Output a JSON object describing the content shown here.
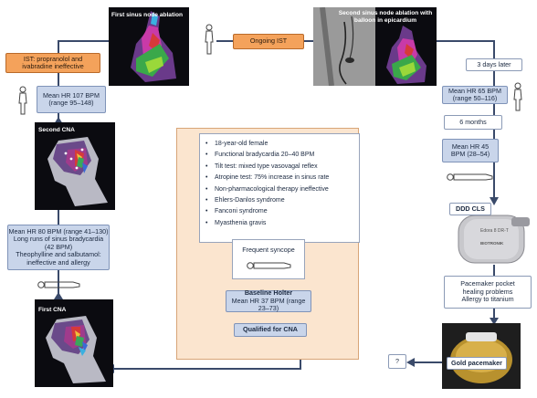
{
  "ist_box": "IST: propranolol and ivabradine ineffective",
  "top_left_photo_label": "First sinus node ablation",
  "ongoing_ist": "Ongoing IST",
  "top_right_photo_label": "Second sinus node ablation with balloon in epicardium",
  "days_later": "3 days later",
  "left_hr1": {
    "line1": "Mean HR 107 BPM",
    "line2": "(range 95–148)"
  },
  "second_cna": "Second CNA",
  "left_hr2": {
    "line1": "Mean HR 80 BPM (range 41–130)",
    "line2": "Long runs of sinus bradycardia (42 BPM)",
    "line3": "Theophylline and salbutamol:",
    "line4": "ineffective and allergy"
  },
  "first_cna": "First CNA",
  "right_hr1": {
    "line1": "Mean HR 65 BPM",
    "line2": "(range 50–116)"
  },
  "six_months": "6 months",
  "right_hr2": {
    "line1": "Mean HR 45",
    "line2": "BPM (28–54)"
  },
  "ddd_cls": "DDD CLS",
  "device_text": {
    "brand": "BIOTRONIK",
    "model": "Edora 8 DR-T"
  },
  "pocket": {
    "line1": "Pacemaker pocket",
    "line2": "healing problems",
    "line3": "Allergy to titanium"
  },
  "gold_pacemaker": "Gold pacemaker",
  "question": "?",
  "bullets": [
    "18-year-old female",
    "Functional bradycardia 20–40 BPM",
    "Tilt test: mixed type vasovagal reflex",
    "Atropine test: 75% increase in sinus rate",
    "Non-pharmacological therapy ineffective",
    "Ehlers-Danlos syndrome",
    "Fanconi syndrome",
    "Myasthenia gravis"
  ],
  "frequent_syncope": "Frequent syncope",
  "baseline": {
    "line1": "Baseline Holter",
    "line2": "Mean HR 37 BPM (range 23–73)"
  },
  "qualified": "Qualified for CNA"
}
